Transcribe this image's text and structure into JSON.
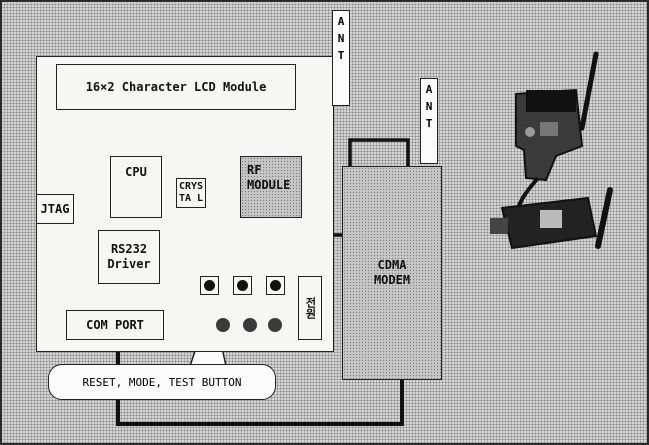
{
  "lcd_label": "16×2 Character LCD Module",
  "cpu_label": "CPU",
  "crystal_label": "CRYSTA L",
  "rf_module_label": "RF MODULE",
  "jtag_label": "JTAG",
  "rs232_label": "RS232 Driver",
  "com_port_label": "COM PORT",
  "power_label": "전원",
  "cdma_modem_label": "CDMA MODEM",
  "ant_board_label": "ANT",
  "ant_modem_label": "ANT",
  "callout_label": "RESET, MODE, TEST BUTTON"
}
